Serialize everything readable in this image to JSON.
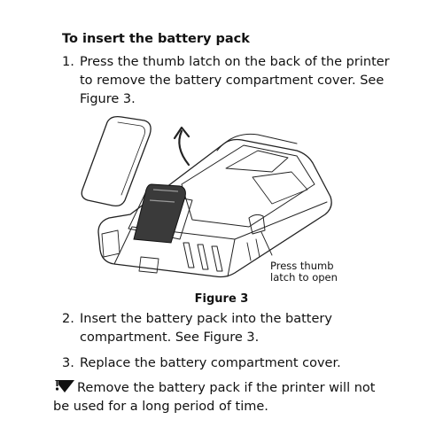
{
  "heading": "To insert the battery pack",
  "steps": [
    {
      "number": "1.",
      "lines": [
        "Press the thumb latch on the back of the printer",
        "to remove the battery compartment cover. See",
        "Figure 3."
      ]
    },
    {
      "number": "2.",
      "lines": [
        "Insert the battery pack into the battery",
        "compartment. See Figure 3."
      ]
    },
    {
      "number": "3.",
      "lines": [
        "Replace the battery compartment cover."
      ]
    }
  ],
  "figure": {
    "callout_lines": [
      "Press thumb",
      "latch to open"
    ],
    "caption": "Figure 3"
  },
  "warning": {
    "icon": "warning-icon",
    "lines": [
      "Remove the battery pack if the printer will not",
      "be used for a long period of time."
    ]
  },
  "colors": {
    "text": "#111111",
    "illustration_line": "#222222",
    "battery_fill": "#3a3a3a"
  }
}
